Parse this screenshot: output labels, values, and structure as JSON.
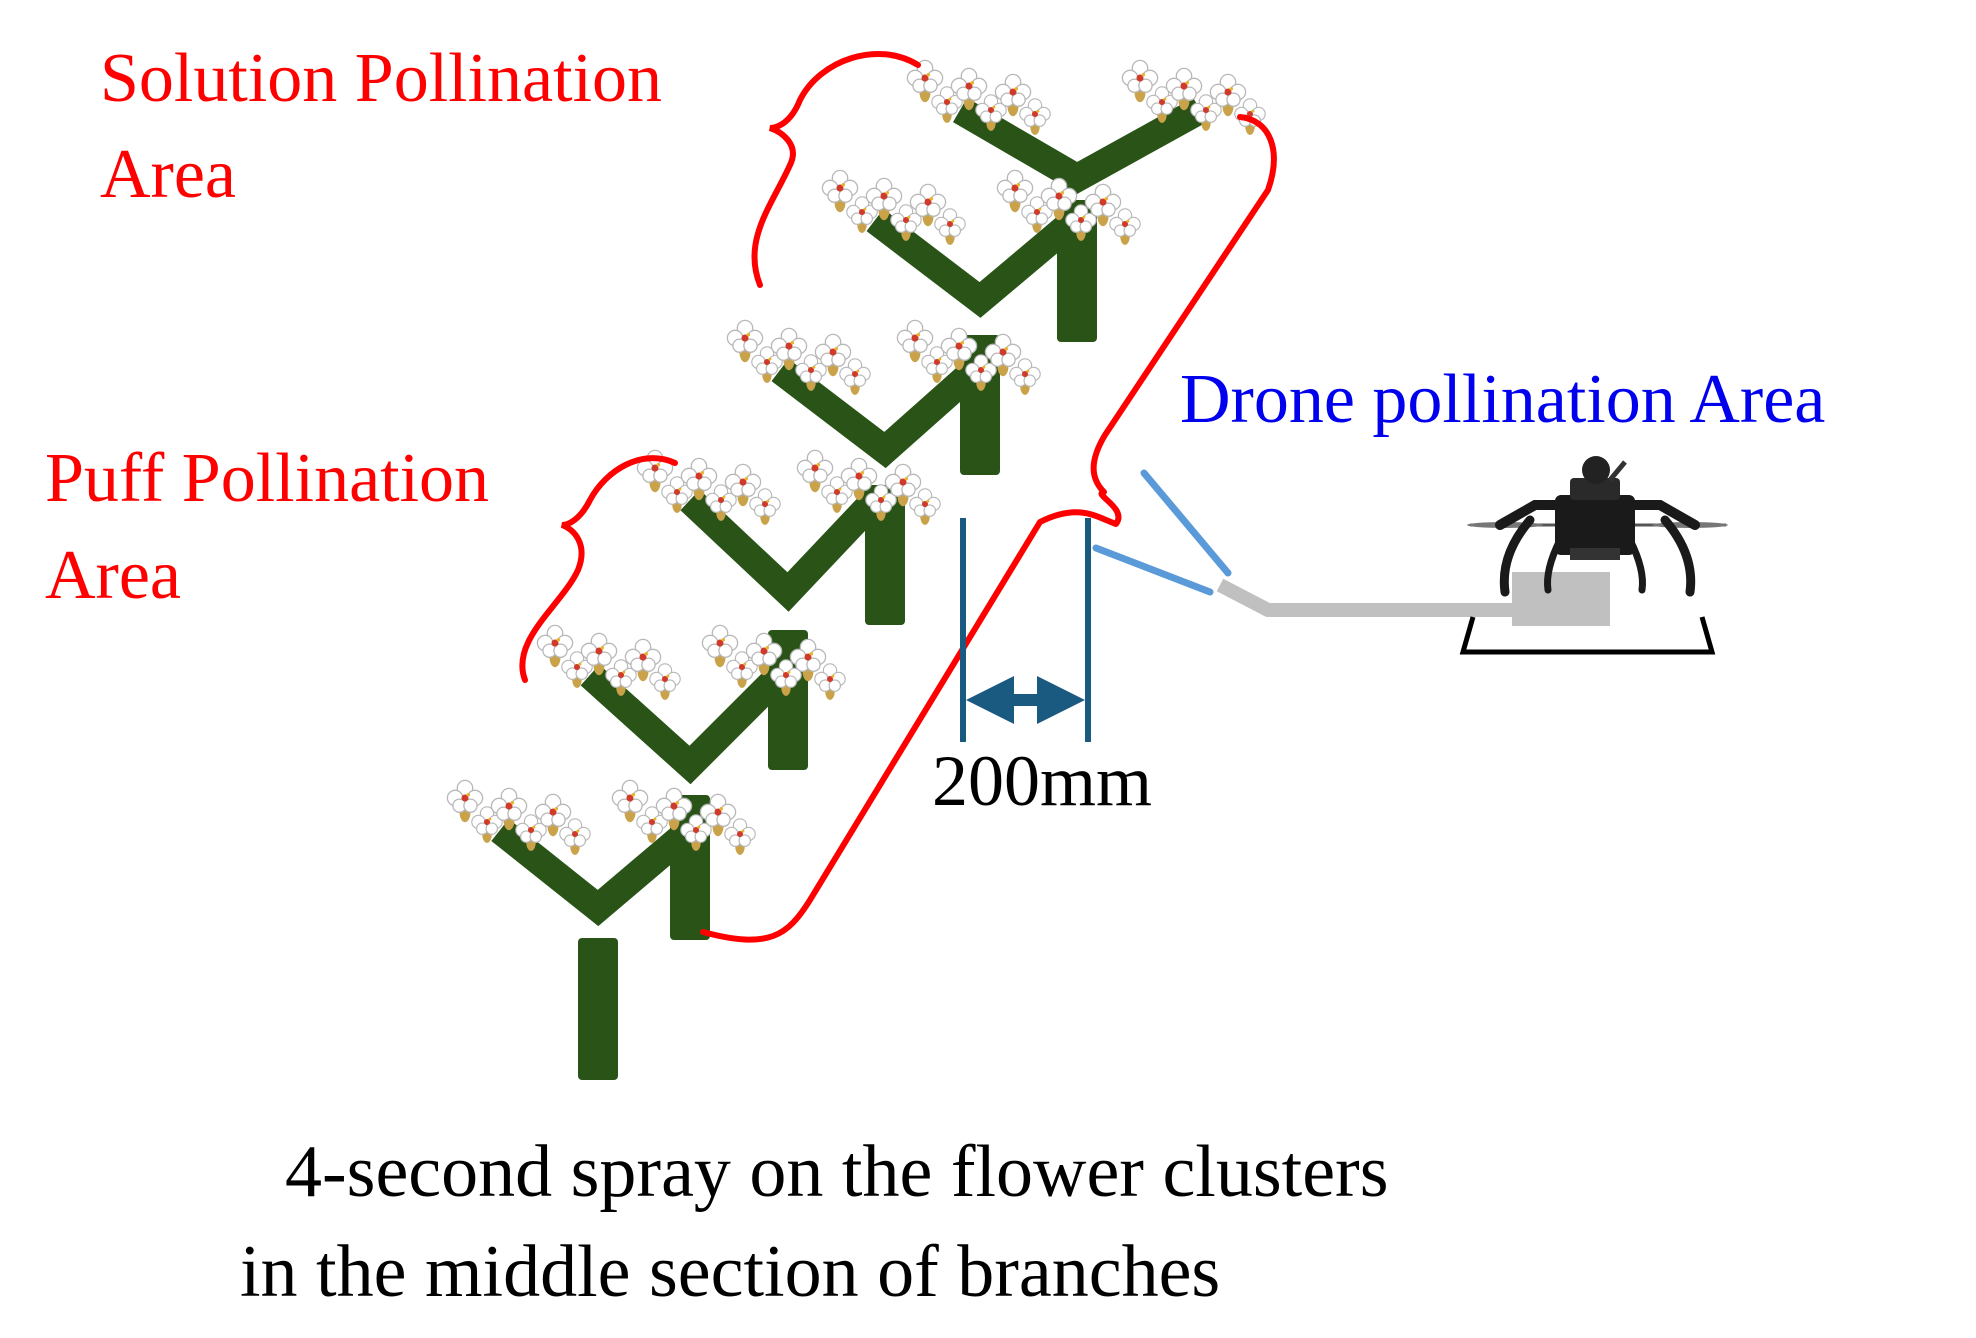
{
  "labels": {
    "solution_line1": "Solution Pollination",
    "solution_line2": "Area",
    "puff_line1": "Puff  Pollination",
    "puff_line2": "Area",
    "drone": "Drone pollination Area",
    "distance": "200mm",
    "caption_line1": "4-second spray on the flower clusters",
    "caption_line2": "in the middle section of branches"
  },
  "colors": {
    "annotation_red": "#ff0000",
    "drone_blue": "#0000ee",
    "branch_green": "#2a5417",
    "dimension_line": "#1a5a80",
    "nozzle_blue": "#5a9ad8",
    "drone_body": "#1a1a1a",
    "tank_gray": "#c0c0c0"
  },
  "icons": {
    "flower_cluster": "white-blossom-cluster",
    "drone": "quadcopter-drone-icon"
  }
}
